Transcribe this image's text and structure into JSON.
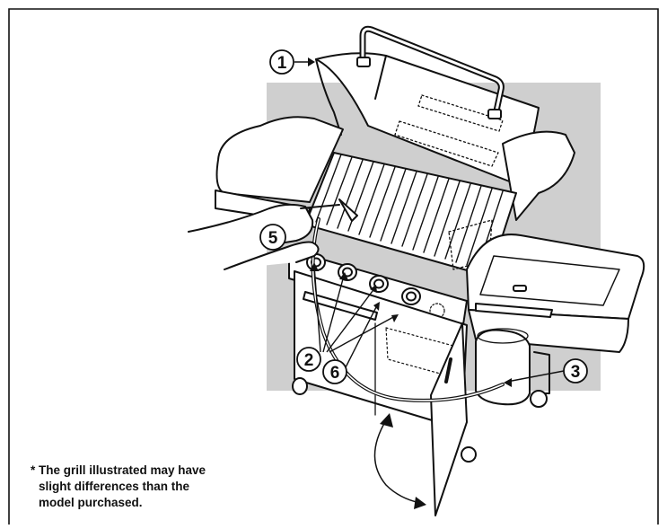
{
  "callouts": [
    {
      "id": "1",
      "label": "1"
    },
    {
      "id": "2",
      "label": "2"
    },
    {
      "id": "3",
      "label": "3"
    },
    {
      "id": "5",
      "label": "5"
    },
    {
      "id": "6",
      "label": "6"
    }
  ],
  "footnote": {
    "line1": "* The grill illustrated may have",
    "line2": "slight differences than the",
    "line3": "model purchased."
  },
  "colors": {
    "backdrop": "#cfcfcf",
    "outline": "#111111",
    "paper": "#ffffff"
  },
  "icons": [
    "arrow-icon",
    "curved-arrow-icon"
  ]
}
